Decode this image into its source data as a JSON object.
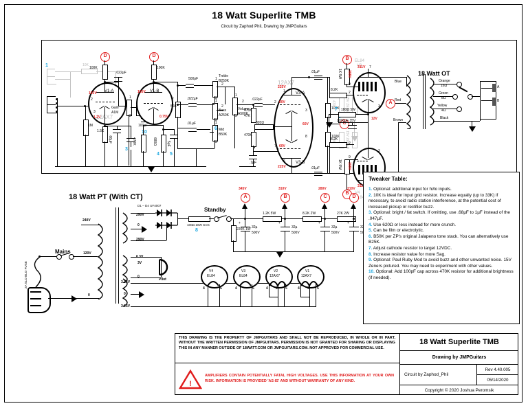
{
  "document": {
    "title": "18 Watt Superlite TMB",
    "subtitle": "Circuit by Zaphod Phil, Drawing by JMPGuitars"
  },
  "sections": {
    "pt_title": "18 Watt PT (With CT)",
    "ot_title": "18 Watt OT",
    "standby": "Standby",
    "mains": "Mains"
  },
  "preamp": {
    "tube1": "12AX7",
    "v1a": "V1-A",
    "v1b": "V1-B",
    "r_input_grid_1": "10K",
    "r_input_grid_2": "10K",
    "r_grid_leak": "1M",
    "r_plate_v1a": "100K",
    "r_plate_v1b": "100K",
    "c_coupling_v1a": ".022µF",
    "r_cathode_v1a": "1.5K",
    "c_cathode_v1a": ".68µF",
    "v1a_cathode_v": "1.2V",
    "v1a_plate_v": "183V",
    "gain_pot": "Gain",
    "gain_pot_value": "A1M",
    "r_grid_v1b": "470K",
    "c_bright": "100pF",
    "r_cathode_v1b_1": "470K",
    "r_cathode_v1b_2": "680Ω",
    "c_cathode_v1b": "5µF",
    "v1b_cathode_v": "0.75V",
    "v1b_plate_v": "165V",
    "r_56k": "56K"
  },
  "tonestack": {
    "c_treble": "500pF",
    "treble_label": "Treble",
    "treble_value": "B250K",
    "c_bass_in": ".022µF",
    "bass_label": "Bass",
    "bass_value": "A250K",
    "c_mid": ".01µF",
    "mid_label": "Mid",
    "mid_value": "B50K",
    "volume_label": "Volume",
    "volume_value": "A500K",
    "r_slope": "56K"
  },
  "pi": {
    "tube": "12AX7",
    "v3a": "V3-A",
    "v3b": "V3-B",
    "c_input": ".022µF",
    "r_grid_a": "470K",
    "r_tail_47k": "47K",
    "r_grid_b": "470K",
    "c_grid_b": ".1µF",
    "r_cathode": "820Ω",
    "r_plate_a": "100K",
    "r_plate_b": "100K",
    "c_out_a": ".01µF",
    "c_out_b": ".01µF",
    "v3a_plate_v": "225V",
    "v3a_grid_v": "60V",
    "v3b_plate_v": "225V",
    "v3b_grid_v": "60V",
    "v3_cathode_v": "60V",
    "pr_r_top": "470K",
    "pr_r_bot": "470K",
    "pr_z_top": "15V ZENER",
    "pr_z_bot": "15V ZENER"
  },
  "power_amp": {
    "tube_v3": "EL84",
    "tube_v3_ref": "V3",
    "tube_v4": "EL84",
    "tube_v4_ref": "V4",
    "r_grid_top": "8.2K",
    "r_grid_bot": "8.2K",
    "r_screen_top": "1K 5W",
    "r_screen_bot": "1K 5W",
    "screen_v_top": "308V",
    "screen_v_bot": "308V",
    "plate_v_top": "311V",
    "plate_v_bot": "311V",
    "r_cathode": "180Ω 5W",
    "c_cathode": "2200µF 35V",
    "cathode_v": "12V"
  },
  "ot": {
    "primary": [
      "Blue",
      "Red",
      "Brown"
    ],
    "secondary": [
      {
        "color": "Orange",
        "impedance": "16Ω"
      },
      {
        "color": "Green",
        "impedance": "8Ω"
      },
      {
        "color": "Yellow",
        "impedance": "4Ω"
      },
      {
        "color": "Black",
        "impedance": ""
      }
    ],
    "jack_a": "A",
    "jack_b": "B"
  },
  "power_supply": {
    "pt_primary": [
      "240V",
      "120V",
      "0"
    ],
    "fuse": "2A SLO BLO FUSE",
    "ht_secondary": [
      "290V",
      "0",
      "290V"
    ],
    "heater_6v": [
      "6.3V",
      "3V",
      "0"
    ],
    "pilot": "Pilot",
    "heater_3v": [
      "3.15V",
      "0",
      "3.15V"
    ],
    "diodes": "D1 – D4 UF4007",
    "sag_resistor": "100Ω 10W SAG",
    "bleeder": "220K 1W",
    "nodes": [
      {
        "tap": "A",
        "voltage": "345V",
        "cap": "32µ",
        "cap_v": "500V",
        "series_r": ""
      },
      {
        "tap": "B",
        "voltage": "310V",
        "cap": "32µ",
        "cap_v": "500V",
        "series_r": "1.2K 5W"
      },
      {
        "tap": "C",
        "voltage": "280V",
        "cap": "32µ",
        "cap_v": "500V",
        "series_r": "8.2K 2W"
      },
      {
        "tap": "D",
        "voltage": "210V",
        "cap": "32µ",
        "cap_v": "500V",
        "series_r": "27K 2W"
      }
    ],
    "sockets": [
      {
        "ref": "V4",
        "type": "EL84",
        "pins": [
          "4",
          "5"
        ]
      },
      {
        "ref": "V3",
        "type": "EL84",
        "pins": [
          "4",
          "5"
        ]
      },
      {
        "ref": "V2",
        "type": "12AX7",
        "pins": [
          "4",
          "9",
          "5"
        ]
      },
      {
        "ref": "V1",
        "type": "12AX7",
        "pins": [
          "4",
          "9",
          "5"
        ]
      }
    ]
  },
  "tweaker_table": {
    "heading": "Tweaker Table:",
    "items": [
      {
        "n": "1.",
        "text": "Optional: additional input for hi/lo inputs."
      },
      {
        "n": "2.",
        "text": "10K is ideal for input grid resistor. Increase equally (up to 33K) if necessary, to avoid radio station interference, at the potential cost of increased pickup or rectifier buzz."
      },
      {
        "n": "3.",
        "text": "Optional: bright / fat switch. If omitting, use .68µF to 1µF instead of the .047µF."
      },
      {
        "n": "4.",
        "text": "Use 620Ω or less instead for more crunch."
      },
      {
        "n": "5.",
        "text": "Can be film or electrolytic."
      },
      {
        "n": "6.",
        "text": "B50K per ZP's original Jalapeno tone stack. You can alternatively use B25K."
      },
      {
        "n": "7.",
        "text": "Adjust cathode resistor to target 12VDC."
      },
      {
        "n": "8.",
        "text": "Increase resistor value for more Sag."
      },
      {
        "n": "9.",
        "text": "Optional: Paul Ruby Mod to avoid buzz and other unwanted noise. 15V Zeners pictured. You may need to experiment with other values."
      },
      {
        "n": "10.",
        "text": "Optional: Add 100pF cap across 470K resistor for additional brightness (if needed)."
      }
    ]
  },
  "title_block": {
    "legal": "THIS DRAWING IS THE PROPERTY OF JMPGUITARS AND SHALL NOT BE REPRODUCED, IN WHOLE OR IN PART, WITHOUT THE WRITTEN PERMISSION OF JMPGUITARS. PERMISSION IS NOT GRANTED FOR SHARING OR DISPLAYING THIS IN ANY MANNER OUTSIDE OF 18WATT.COM OR JMPGUITARS.COM. NOT APPROVED FOR COMMERCIAL USE.",
    "warning": "AMPLIFIERS CONTAIN POTENTIALLY FATAL HIGH VOLTAGES. USE THIS INFORMATION AT YOUR OWN RISK. INFORMATION IS PROVIDED 'AS-IS' AND WITHOUT WARRANTY OF ANY KIND.",
    "name": "18 Watt Superlite TMB",
    "drawn_by": "Drawing by JMPGuitars",
    "circuit_by": "Circuit by  Zaphod_Phil",
    "rev": "Rev 4.40.005",
    "date": "05/14/2020",
    "copyright": "Copyright © 2020 Joshua Peromsik"
  },
  "markers": {
    "m1": "1",
    "m2": "2",
    "m3": "3",
    "m4": "4",
    "m5": "5",
    "m6": "6",
    "m7": "7",
    "m8": "8",
    "m9": "9",
    "m10": "10"
  },
  "colors": {
    "red": "#e01b1b",
    "blue": "#1ba7e0",
    "gray": "#b9b9b9",
    "wire": "#000000"
  }
}
